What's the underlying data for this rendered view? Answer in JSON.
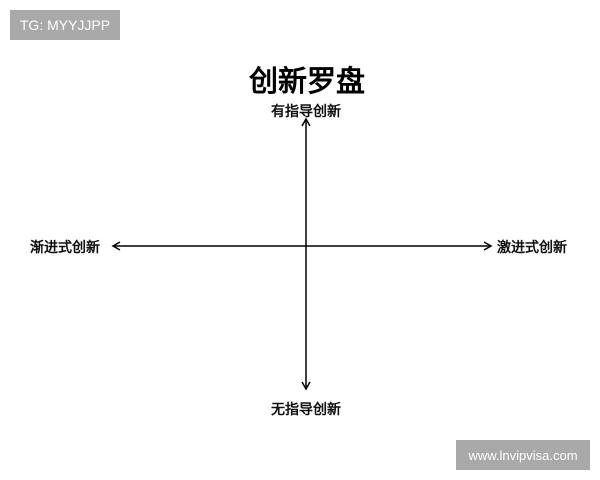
{
  "watermarks": {
    "top_left": "TG: MYYJJPP",
    "bottom_right": "www.lnvipvisa.com"
  },
  "title": "创新罗盘",
  "axes": {
    "top": "有指导创新",
    "bottom": "无指导创新",
    "left": "渐进式创新",
    "right": "激进式创新"
  }
}
